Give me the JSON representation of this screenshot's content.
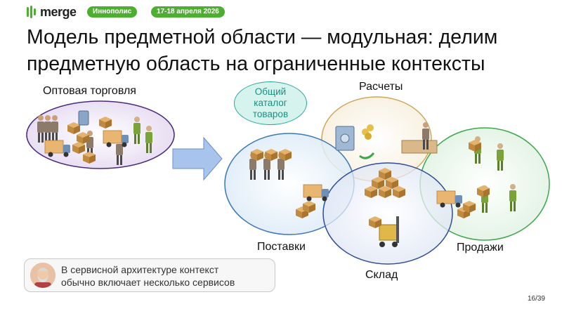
{
  "header": {
    "logo_text": "merge",
    "location_badge": "Иннополис",
    "date_badge": "17-18 апреля 2026"
  },
  "slide": {
    "title_line1": "Модель предметной области — модульная: делим",
    "title_line2": "предметную область на ограниченные контексты"
  },
  "diagram": {
    "source_context": "Оптовая торговля",
    "catalog_line1": "Общий",
    "catalog_line2": "каталог",
    "catalog_line3": "товаров",
    "contexts": {
      "payments": "Расчеты",
      "supply": "Поставки",
      "warehouse": "Склад",
      "sales": "Продажи"
    },
    "colors": {
      "arrow": "#a9c4ec",
      "payments_stroke": "#c9a95a",
      "supply_stroke": "#3a77b8",
      "warehouse_stroke": "#2f4d9a",
      "sales_stroke": "#3aa84a",
      "source_stroke": "#4b2a7a"
    }
  },
  "note": {
    "line1": "В сервисной архитектуре контекст",
    "line2": "обычно включает несколько сервисов"
  },
  "footer": {
    "page": "16/39"
  }
}
